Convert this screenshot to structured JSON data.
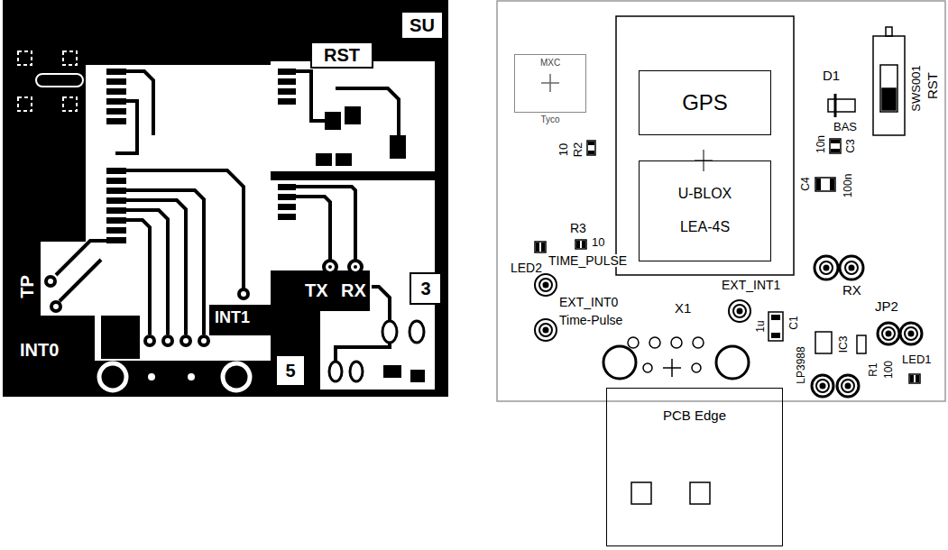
{
  "diagram": {
    "nodes": [
      {
        "text": [
          "SU"
        ]
      },
      {
        "text": [
          "RST"
        ]
      },
      {
        "text": [
          "3"
        ]
      },
      {
        "text": [
          "5"
        ]
      },
      {
        "text": [
          "MXC",
          "Tyco"
        ]
      },
      {
        "text": [
          "GPS"
        ]
      },
      {
        "text": [
          "U-BLOX LEA-4S"
        ]
      },
      {
        "text": [
          "PCB Edge"
        ]
      }
    ],
    "labels": [
      "TP",
      "INT0",
      "INT1",
      "TX",
      "RX",
      "D1",
      "RST",
      "SWS001",
      "BAS",
      "10",
      "R2",
      "10n",
      "C3",
      "C4",
      "100n",
      "R3",
      "LED2",
      "TIME_PULSE",
      "10",
      "EXT_INT0",
      "Time-Pulse",
      "X1",
      "EXT_INT1",
      "RX",
      "JP2",
      "1u",
      "C1",
      "LP3988",
      "IC3",
      "R1",
      "100",
      "LED1"
    ]
  }
}
